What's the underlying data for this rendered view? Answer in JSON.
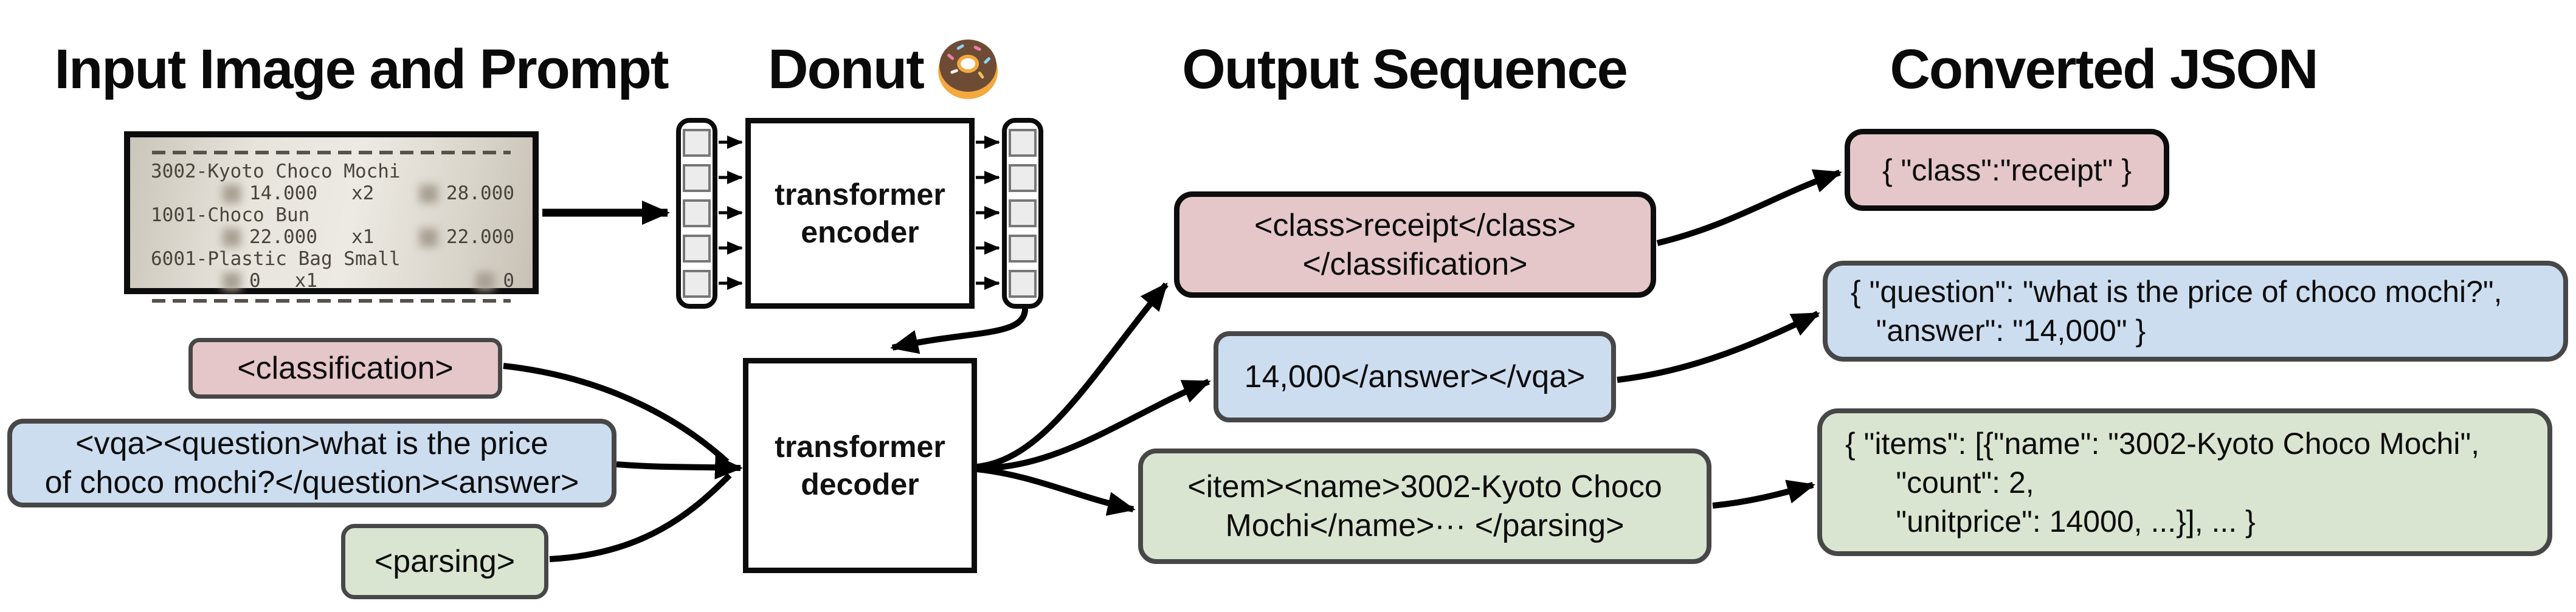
{
  "headers": {
    "input": "Input Image and Prompt",
    "model": "Donut",
    "output": "Output Sequence",
    "converted": "Converted JSON"
  },
  "icons": {
    "model_emoji": "donut-icon"
  },
  "colors": {
    "classification": "#e5c7c9",
    "vqa": "#cdddf0",
    "parsing": "#d9e5d1",
    "arrow": "#000000",
    "token_fill": "#ececec"
  },
  "receipt": {
    "items": [
      {
        "name": "3002-Kyoto Choco Mochi",
        "unit": "14.000",
        "qty": "x2",
        "total": "28.000"
      },
      {
        "name": "1001-Choco Bun",
        "unit": "22.000",
        "qty": "x1",
        "total": "22.000"
      },
      {
        "name": "6001-Plastic Bag Small",
        "unit": "0",
        "qty": "x1",
        "total": "0"
      }
    ]
  },
  "model": {
    "encoder_line1": "transformer",
    "encoder_line2": "encoder",
    "decoder_line1": "transformer",
    "decoder_line2": "decoder"
  },
  "prompts": {
    "classification": "<classification>",
    "vqa": "<vqa><question>what is the price\nof choco mochi?</question><answer>",
    "parsing": "<parsing>"
  },
  "outputs": {
    "classification": "<class>receipt</class>\n</classification>",
    "vqa": "14,000</answer></vqa>",
    "parsing": "<item><name>3002-Kyoto Choco\nMochi</name>··· </parsing>"
  },
  "converted": {
    "classification": "{ \"class\":\"receipt\" }",
    "vqa": "{ \"question\": \"what is the price of choco mochi?\",\n   \"answer\": \"14,000\" }",
    "parsing": "{ \"items\": [{\"name\": \"3002-Kyoto Choco Mochi\",\n      \"count\": 2,\n      \"unitprice\": 14000, ...}], ... }"
  }
}
